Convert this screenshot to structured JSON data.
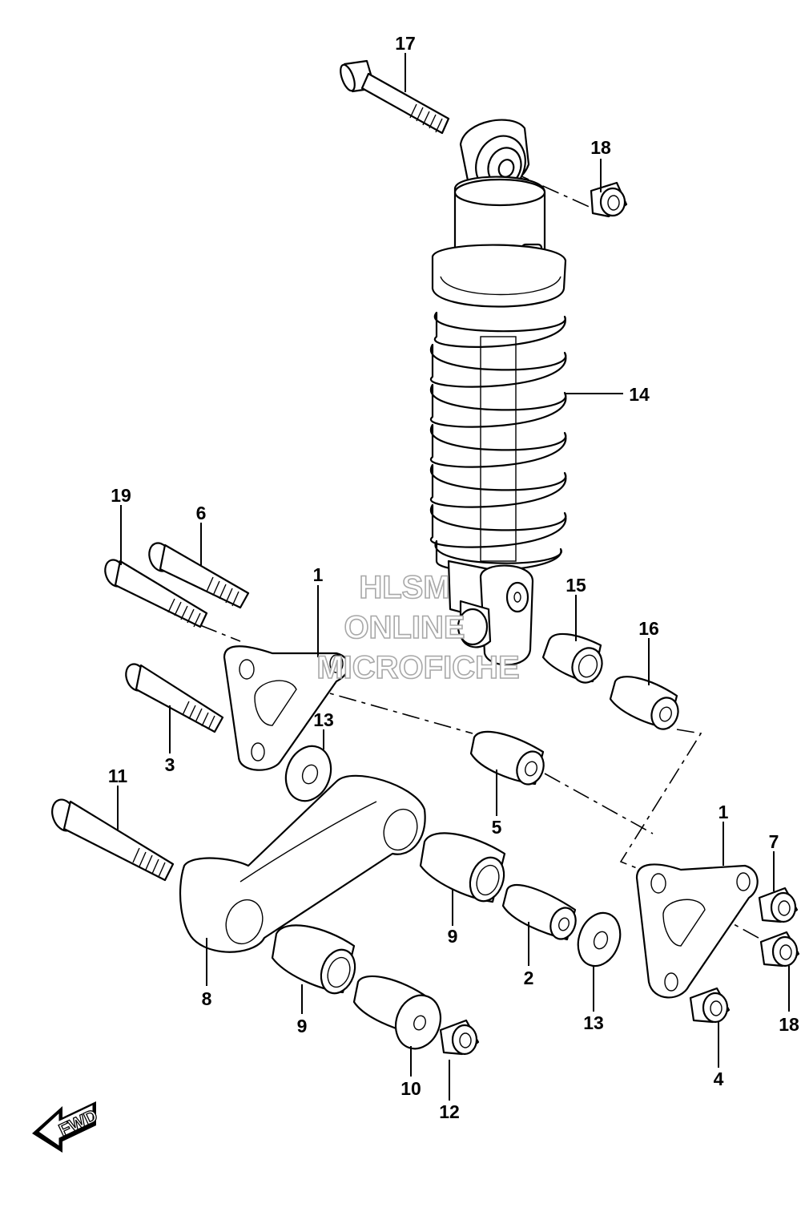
{
  "diagram": {
    "callouts": {
      "p17": "17",
      "p18_top": "18",
      "p14": "14",
      "p19": "19",
      "p6": "6",
      "p1_left": "1",
      "p15": "15",
      "p16": "16",
      "p13_left": "13",
      "p3": "3",
      "p11": "11",
      "p5": "5",
      "p1_right": "1",
      "p7": "7",
      "p9_upper": "9",
      "p2": "2",
      "p8": "8",
      "p13_right": "13",
      "p18_bottom": "18",
      "p9_lower": "9",
      "p4": "4",
      "p10": "10",
      "p12": "12"
    },
    "watermark": {
      "line1": "HLSM",
      "line2": "ONLINE",
      "line3": "MICROFICHE"
    },
    "fwd_label": "FWD"
  },
  "colors": {
    "line": "#000000",
    "watermark_outline": "#a8a8a8",
    "background": "#ffffff"
  }
}
